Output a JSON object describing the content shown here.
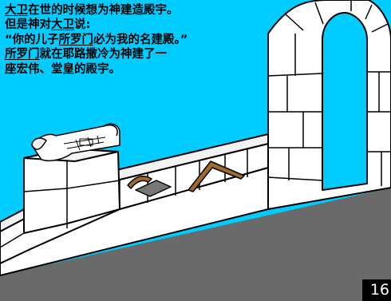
{
  "caption": {
    "line1": {
      "a": "大卫",
      "b": "在世的时候想为神建造殿宇。"
    },
    "line2": {
      "a": "但是神对",
      "b": "大卫",
      "c": "说:"
    },
    "line3": {
      "a": "“你的儿子",
      "b": "所罗门",
      "c": "必为我的名建殿。”"
    },
    "line4": {
      "a": "所罗门",
      "b": "就在耶路撒冷为神建了一"
    },
    "line5": {
      "a": "座宏伟、堂皇的殿宇。"
    }
  },
  "page_number": "16",
  "colors": {
    "sky": "#00ccff",
    "stone": "#ffffff",
    "ground": "#6a6a6a",
    "outline": "#000000",
    "wood": "#a06b28",
    "page_number_bg": "#000000"
  }
}
